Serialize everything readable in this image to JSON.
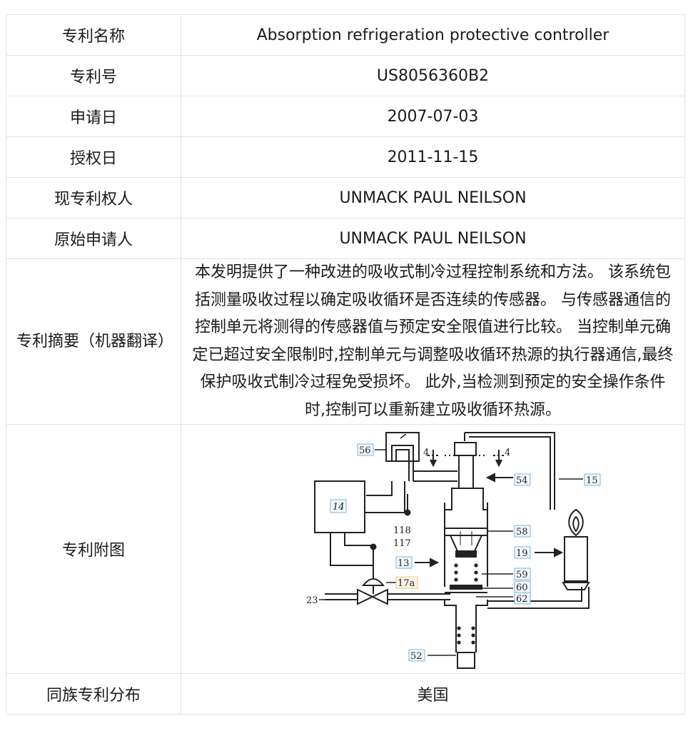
{
  "rows": {
    "name": {
      "label": "专利名称",
      "value": "Absorption refrigeration protective controller"
    },
    "number": {
      "label": "专利号",
      "value": "US8056360B2"
    },
    "filing_date": {
      "label": "申请日",
      "value": "2007-07-03"
    },
    "grant_date": {
      "label": "授权日",
      "value": "2011-11-15"
    },
    "current_assignee": {
      "label": "现专利权人",
      "value": "UNMACK PAUL NEILSON"
    },
    "original_applicant": {
      "label": "原始申请人",
      "value": "UNMACK PAUL NEILSON"
    },
    "abstract": {
      "label": "专利摘要（机器翻译）",
      "value": "本发明提供了一种改进的吸收式制冷过程控制系统和方法。 该系统包括测量吸收过程以确定吸收循环是否连续的传感器。 与传感器通信的控制单元将测得的传感器值与预定安全限值进行比较。 当控制单元确定已超过安全限制时,控制单元与调整吸收循环热源的执行器通信,最终保护吸收式制冷过程免受损坏。 此外,当检测到预定的安全操作条件时,控制可以重新建立吸收循环热源。"
    },
    "figure": {
      "label": "专利附图",
      "callouts": {
        "c56": "56",
        "c4a": "4",
        "c4b": "4",
        "c54": "54",
        "c15": "15",
        "c14": "14",
        "c118": "118",
        "c117": "117",
        "c58": "58",
        "c13": "13",
        "c19": "19",
        "c59": "59",
        "c17a": "17a",
        "c60": "60",
        "c62": "62",
        "c23": "23",
        "c52": "52"
      }
    },
    "family": {
      "label": "同族专利分布",
      "value": "美国"
    }
  }
}
